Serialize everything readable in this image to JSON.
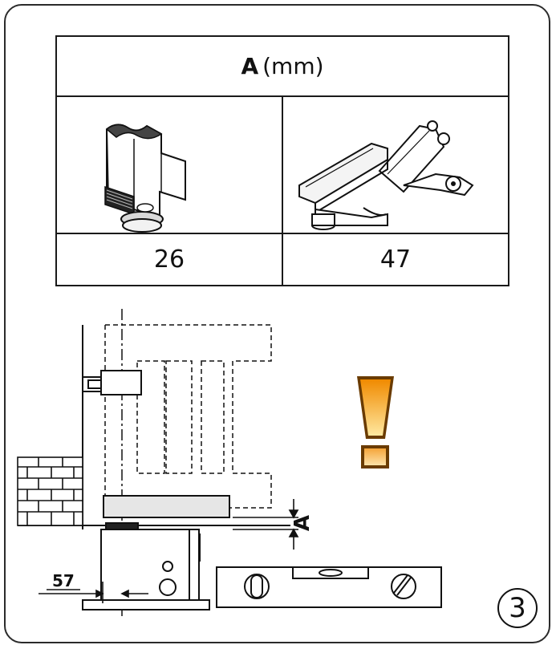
{
  "table": {
    "header_letter": "A",
    "header_unit": "(mm)",
    "values": [
      "26",
      "47"
    ]
  },
  "diagram": {
    "dimension_57": "57",
    "dimension_A": "A",
    "step_number": "3"
  },
  "colors": {
    "warning_top": "#f08a00",
    "warning_bottom": "#ffe8a0",
    "plate_fill": "#e6e6e6"
  },
  "icons": [
    "support-bracket-icon",
    "rail-adapter-icon",
    "warning-exclamation-icon",
    "spirit-level-icon"
  ]
}
